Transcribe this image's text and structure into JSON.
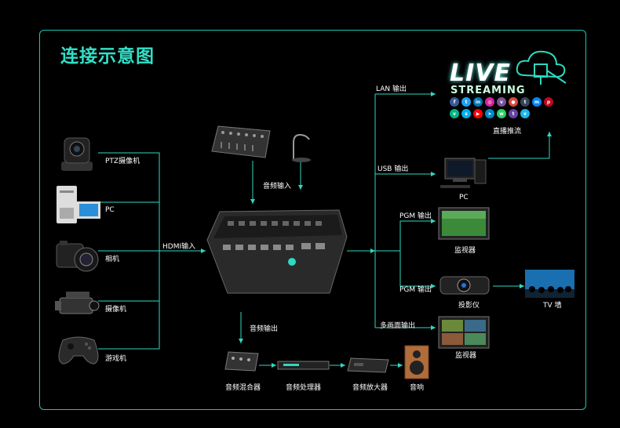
{
  "title": "连接示意图",
  "inputs": {
    "ptz": "PTZ摄像机",
    "pc": "PC",
    "camera": "相机",
    "camcorder": "摄像机",
    "gamepad": "游戏机",
    "hdmi_in": "HDMI输入"
  },
  "audio_in": "音频输入",
  "audio_out": "音频输出",
  "audio_chain": [
    "音频混合器",
    "音频处理器",
    "音频放大器",
    "音响"
  ],
  "outputs": {
    "lan": "LAN 输出",
    "usb": "USB 输出",
    "pgm1": "PGM 输出",
    "pgm2": "PGM 输出",
    "multi": "多画面输出",
    "pc": "PC",
    "monitor1": "监视器",
    "projector": "投影仪",
    "tv_wall": "TV 墙",
    "monitor2": "监视器",
    "live_streaming": "直播推流"
  },
  "live_logo": {
    "live": "LIVE",
    "streaming": "STREAMING"
  },
  "social_icons": [
    "facebook",
    "twitter",
    "linkedin",
    "instagram",
    "viber",
    "periscope",
    "tumblr",
    "messenger",
    "pinterest",
    "vine",
    "skype",
    "youtube",
    "telegram",
    "whatsapp",
    "twitch",
    "vimeo"
  ],
  "colors": {
    "accent": "#1fc4b0",
    "wire": "#2fd8c0",
    "title": "#2fe0c8"
  }
}
